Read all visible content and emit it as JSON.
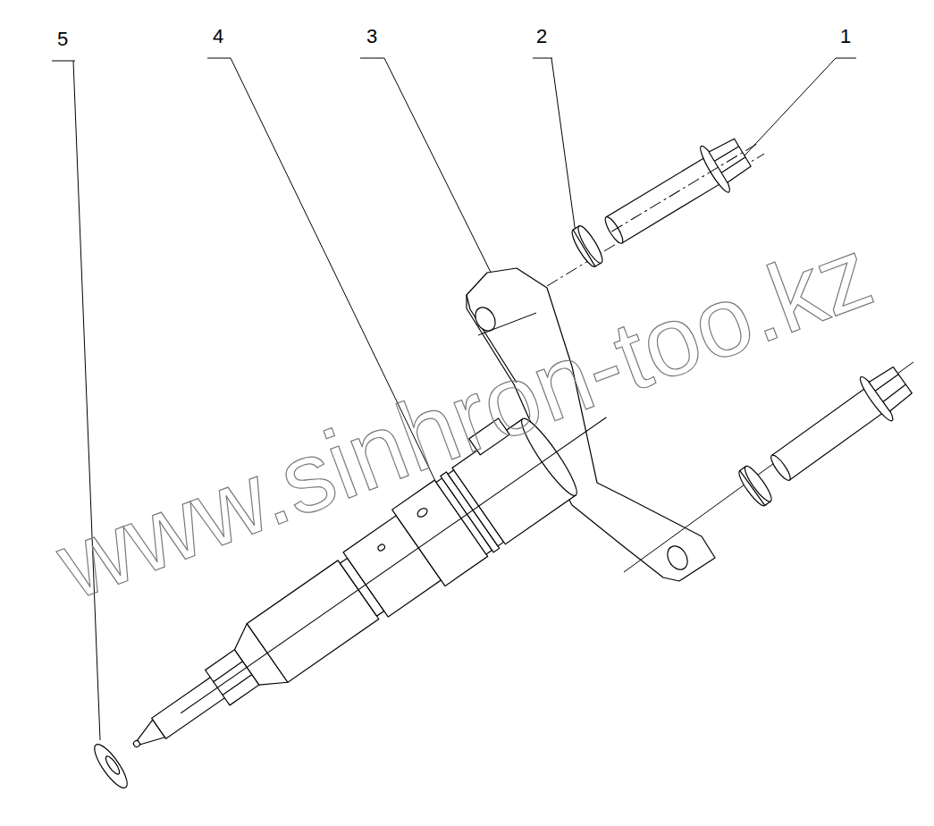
{
  "diagram": {
    "labels": [
      "5",
      "4",
      "3",
      "2",
      "1",
      "www.sinhron-too.kz"
    ]
  }
}
